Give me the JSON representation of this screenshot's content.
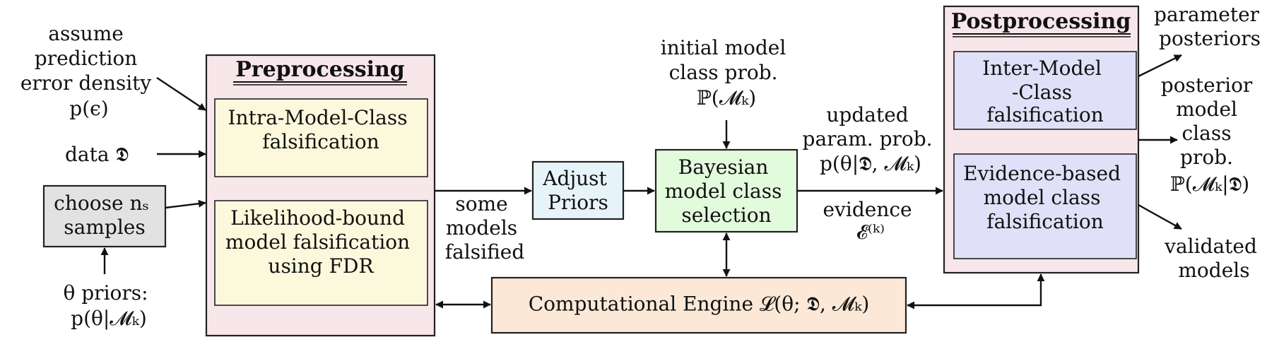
{
  "colors": {
    "preprocessing_fill": "#f7e6ea",
    "postprocessing_fill": "#f7e6ea",
    "inner_pre_fill": "#fcf8dc",
    "inner_post_fill": "#e0e0f8",
    "choose_fill": "#e2e2e2",
    "adjust_fill": "#e6f3f8",
    "bayes_fill": "#e2fbdc",
    "engine_fill": "#fbe8d6"
  },
  "inputs": {
    "assume": [
      "assume",
      "prediction",
      "error density",
      "p(ϵ)"
    ],
    "data": "data 𝕯",
    "priors": [
      "θ priors:",
      "p(θ|𝓜ₖ)"
    ]
  },
  "choose_box": [
    "choose nₛ",
    "samples"
  ],
  "preprocessing": {
    "title": "Preprocessing",
    "intra": [
      "Intra-Model-Class",
      "falsification"
    ],
    "likelihood": [
      "Likelihood-bound",
      "model falsification",
      "using FDR"
    ]
  },
  "some_models": [
    "some",
    "models",
    "falsified"
  ],
  "adjust": [
    "Adjust",
    "Priors"
  ],
  "initial_prob": [
    "initial model",
    "class prob.",
    "ℙ(𝓜ₖ)"
  ],
  "bayes": [
    "Bayesian",
    "model class",
    "selection"
  ],
  "updated": [
    "updated",
    "param. prob.",
    "p(θ|𝕯, 𝓜ₖ)"
  ],
  "evidence": [
    "evidence",
    "𝓔⁽ᵏ⁾"
  ],
  "engine": "Computational Engine 𝓛(θ; 𝕯, 𝓜ₖ)",
  "postprocessing": {
    "title": "Postprocessing",
    "inter": [
      "Inter-Model",
      "-Class",
      "falsification"
    ],
    "evidence_based": [
      "Evidence-based",
      "model class",
      "falsification"
    ]
  },
  "outputs": {
    "param_post": [
      "parameter",
      "posteriors"
    ],
    "post_model": [
      "posterior",
      "model",
      "class",
      "prob.",
      "ℙ(𝓜ₖ|𝕯)"
    ],
    "validated": [
      "validated",
      "models"
    ]
  }
}
